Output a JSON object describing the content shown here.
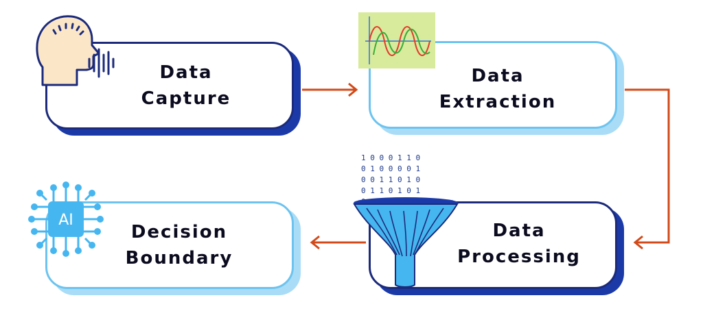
{
  "steps": [
    {
      "id": "capture",
      "line1": "Data",
      "line2": "Capture"
    },
    {
      "id": "extraction",
      "line1": "Data",
      "line2": "Extraction"
    },
    {
      "id": "processing",
      "line1": "Data",
      "line2": "Processing"
    },
    {
      "id": "decision",
      "line1": "Decision",
      "line2": "Boundary"
    }
  ],
  "ai_chip_text": "AI",
  "binary_rows": [
    "1 0 0 0 1 1 0",
    "0 1 0 0 0 0 1",
    "0 0 1 1 0 1 0",
    "0 1 1 0 1 0 1",
    "0 0 1 0 1 0 0"
  ],
  "colors": {
    "navy_border": "#1b2a7a",
    "navy_shadow": "#1b3aa8",
    "light_border": "#6cc3ef",
    "light_shadow": "#a9dcf7",
    "arrow": "#d14a1a",
    "wave_panel": "#d8eb9c",
    "icon_blue": "#46b6f0"
  },
  "icons": [
    "head-speaking-icon",
    "sine-wave-chart-icon",
    "funnel-binary-icon",
    "ai-chip-icon"
  ]
}
